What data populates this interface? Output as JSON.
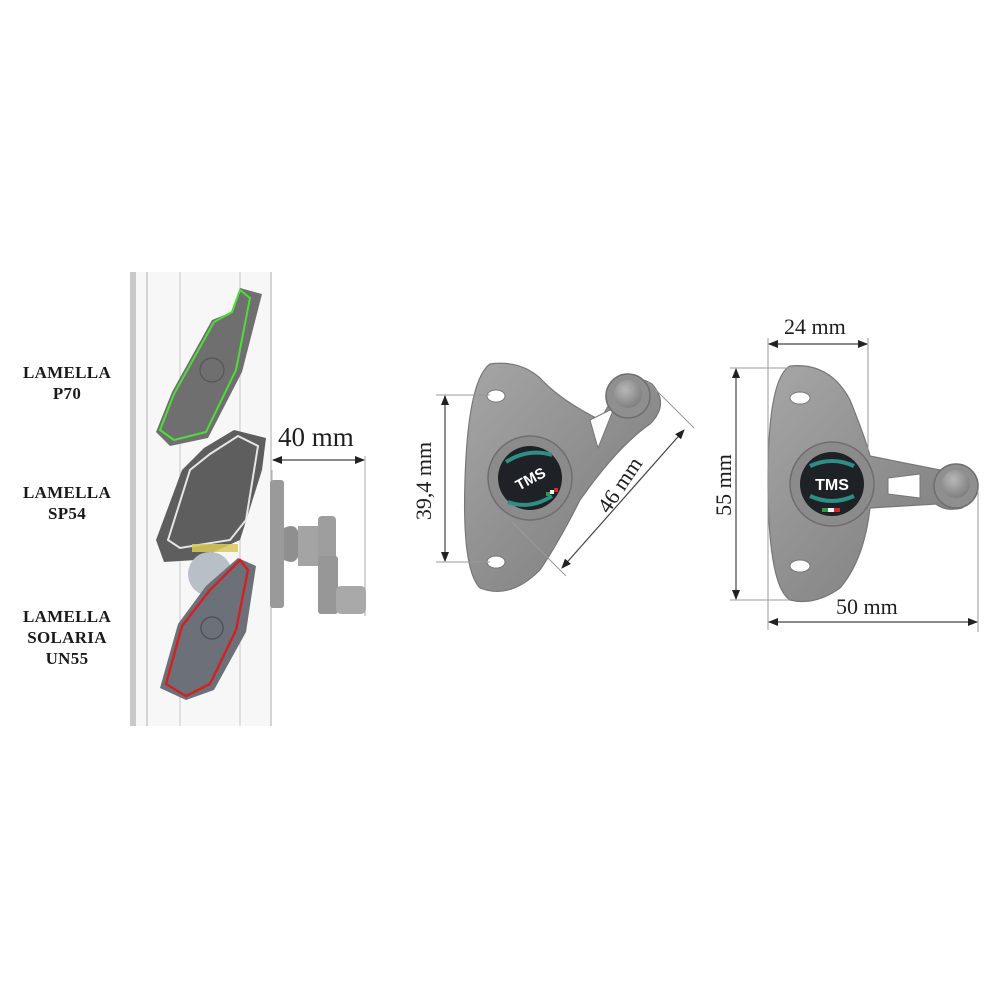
{
  "diagram": {
    "subject": "Louver bracket with slat profiles and dimensions",
    "brand": "TMS",
    "left_panel": {
      "slat_labels": [
        {
          "lines": [
            "LAMELLA",
            "P70"
          ],
          "outline_color": "#4ddc3a"
        },
        {
          "lines": [
            "LAMELLA",
            "SP54"
          ],
          "outline_color": "#e0e0e0"
        },
        {
          "lines": [
            "LAMELLA",
            "SOLARIA",
            "UN55"
          ],
          "outline_color": "#d42020"
        }
      ],
      "depth_dimension": "40 mm"
    },
    "middle_view": {
      "hole_spacing": "39,4 mm",
      "diagonal_length": "46 mm",
      "logo_text": "TMS"
    },
    "right_view": {
      "upper_width": "24 mm",
      "height": "55 mm",
      "total_width": "50 mm",
      "logo_text": "TMS"
    },
    "colors": {
      "metal": "#8e8e8e",
      "metal_dark": "#6e6e6e",
      "logo_bg": "#1e2226",
      "logo_teal": "#2f8f86",
      "flag_green": "#2e9b4a",
      "flag_white": "#f2f2f2",
      "flag_red": "#d42a2a"
    }
  }
}
